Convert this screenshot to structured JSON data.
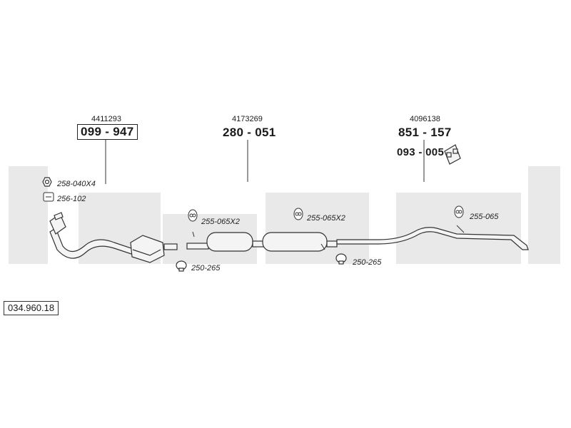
{
  "catalog_number": "034.960.18",
  "parts": [
    {
      "ref": "4411293",
      "number": "099 - 947",
      "boxed": true
    },
    {
      "ref": "4173269",
      "number": "280 - 051",
      "boxed": false
    },
    {
      "ref": "4096138",
      "number": "851 - 157",
      "boxed": false
    }
  ],
  "extra_part": "093 - 005",
  "accessories": {
    "nut": "258-040X4",
    "gasket_top": "256-102",
    "hanger_1": "255-065X2",
    "hanger_2": "255-065X2",
    "hanger_3": "255-065",
    "clamp_1": "250-265",
    "clamp_2": "250-265"
  },
  "colors": {
    "watermark": "#e9e9e9",
    "line": "#333333",
    "pipe": "#f4f4f4"
  }
}
